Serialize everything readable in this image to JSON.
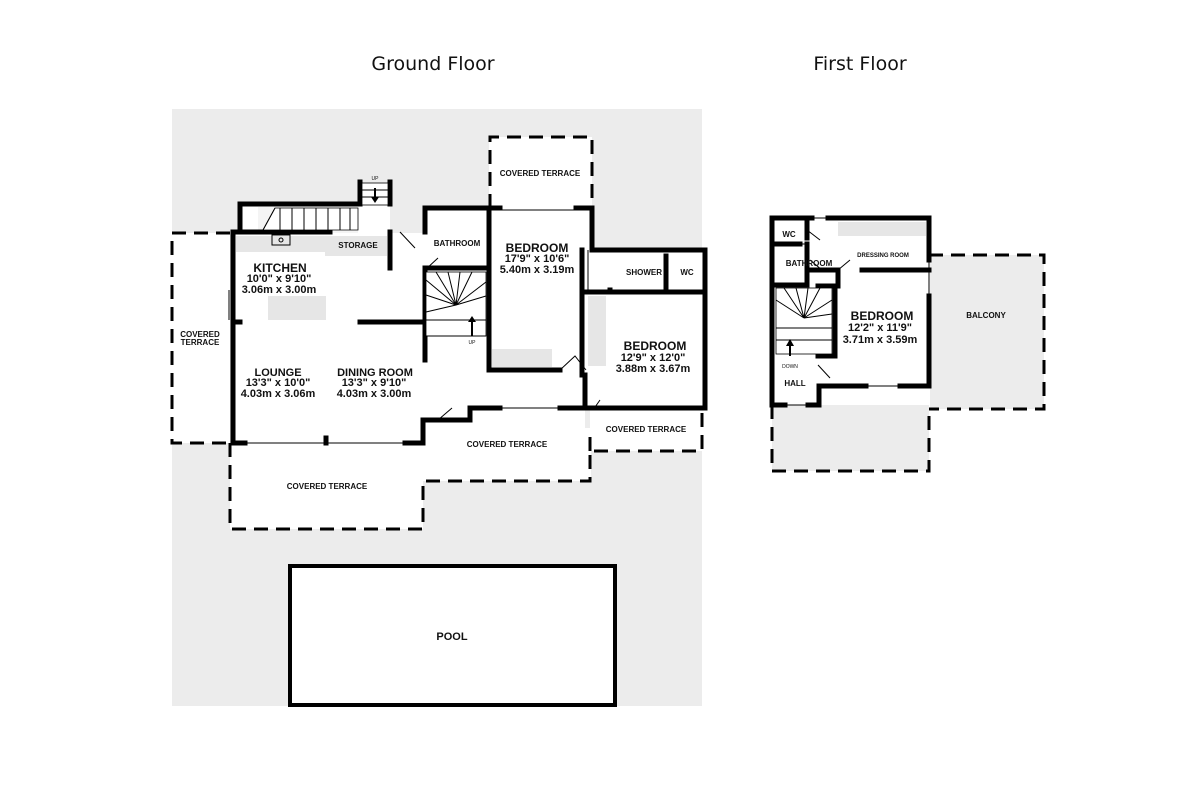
{
  "titles": {
    "ground": "Ground Floor",
    "first": "First Floor"
  },
  "ground": {
    "kitchen": {
      "name": "KITCHEN",
      "imperial": "10'0\"  x 9'10\"",
      "metric": "3.06m  x 3.00m"
    },
    "storage": "STORAGE",
    "bathroom": "BATHROOM",
    "bedroom1": {
      "name": "BEDROOM",
      "imperial": "17'9\"  x 10'6\"",
      "metric": "5.40m  x 3.19m"
    },
    "shower": "SHOWER",
    "wc": "WC",
    "bedroom2": {
      "name": "BEDROOM",
      "imperial": "12'9\"  x 12'0\"",
      "metric": "3.88m  x 3.67m"
    },
    "lounge": {
      "name": "LOUNGE",
      "imperial": "13'3\"  x 10'0\"",
      "metric": "4.03m  x 3.06m"
    },
    "dining": {
      "name": "DINING ROOM",
      "imperial": "13'3\"  x 9'10\"",
      "metric": "4.03m  x 3.00m"
    },
    "terrace_top": "COVERED TERRACE",
    "terrace_left_1": "COVERED",
    "terrace_left_2": "TERRACE",
    "terrace_bottom_left": "COVERED TERRACE",
    "terrace_bottom_mid": "COVERED TERRACE",
    "terrace_bottom_right": "COVERED TERRACE",
    "pool": "POOL",
    "up1": "UP",
    "up2": "UP"
  },
  "first": {
    "wc": "WC",
    "bathroom": "BATHROOM",
    "dressing": "DRESSING ROOM",
    "bedroom": {
      "name": "BEDROOM",
      "imperial": "12'2\"  x 11'9\"",
      "metric": "3.71m  x 3.59m"
    },
    "balcony": "BALCONY",
    "hall": "HALL",
    "down": "DOWN"
  }
}
